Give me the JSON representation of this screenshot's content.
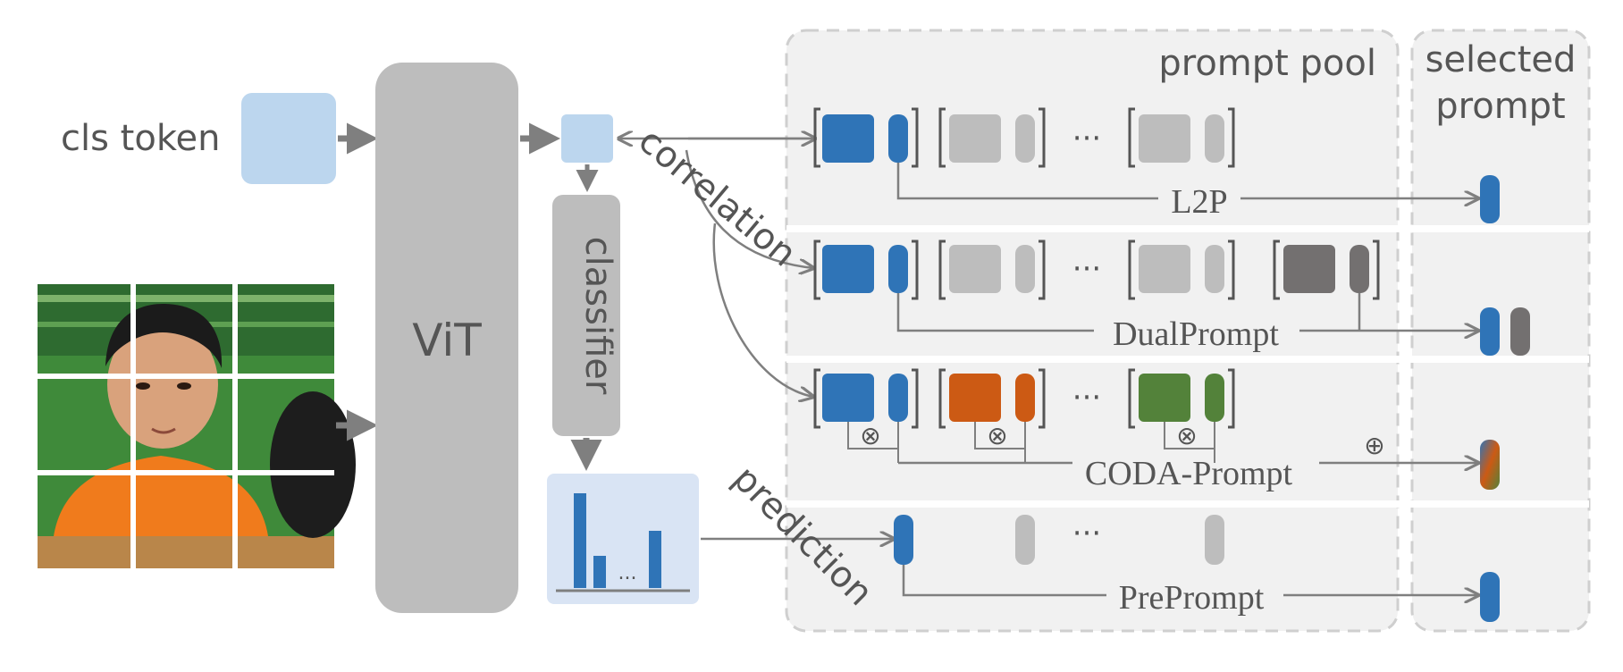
{
  "colors": {
    "blue": "#2f74b7",
    "light_blue": "#bcd6ee",
    "gray": "#bdbdbd",
    "dark_gray": "#737070",
    "orange": "#cc5a14",
    "green": "#53823a",
    "arrow": "#7f7f7f",
    "panel": "#f1f1f1",
    "border": "#cfcfcf",
    "histogram_bg": "#d9e4f4"
  },
  "labels": {
    "cls_token": "cls token",
    "vit": "ViT",
    "classifier": "classifier",
    "correlation": "correlation",
    "prediction": "prediction",
    "prompt_pool": "prompt pool",
    "selected_prompt_line1": "selected",
    "selected_prompt_line2": "prompt",
    "ellipsis": "···",
    "hist_ellipsis": "...",
    "otimes": "⊗",
    "oplus": "⊕"
  },
  "methods": [
    {
      "name": "L2P"
    },
    {
      "name": "DualPrompt"
    },
    {
      "name": "CODA-Prompt"
    },
    {
      "name": "PrePrompt"
    }
  ],
  "image": {
    "icon": "child-photo-grid"
  }
}
